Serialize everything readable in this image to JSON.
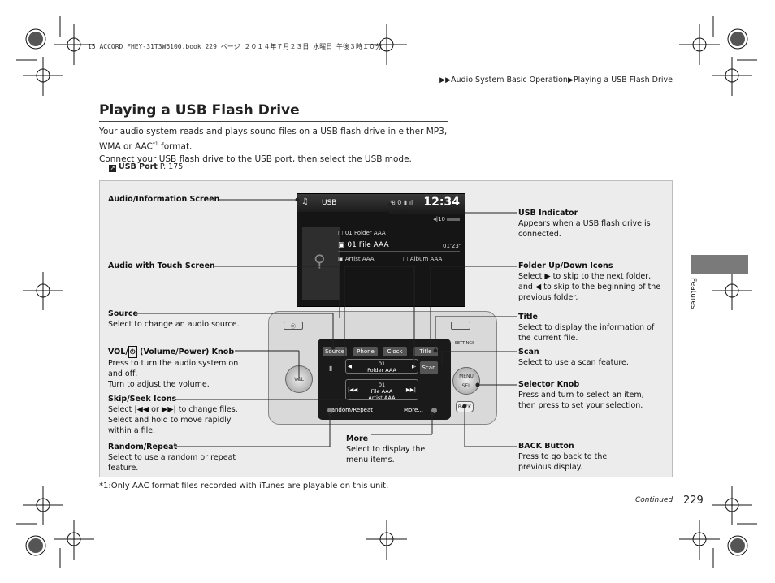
{
  "print_header": "15 ACCORD FHEY-31T3W6100.book  229 ページ  ２０１４年７月２３日  水曜日  午後３時１０分",
  "breadcrumb": {
    "items": [
      "Audio System Basic Operation",
      "Playing a USB Flash Drive"
    ]
  },
  "title": "Playing a USB Flash Drive",
  "intro": {
    "line1": "Your audio system reads and plays sound files on a USB flash drive in either MP3,",
    "line2a": "WMA or AAC",
    "line2_sup": "*1",
    "line2b": " format.",
    "line3": "Connect your USB flash drive to the USB port, then select the USB mode."
  },
  "xref": {
    "bold": "USB Port",
    "page": "P. 175"
  },
  "callouts": {
    "audio_info_screen": {
      "title": "Audio/Information Screen"
    },
    "audio_touch_screen": {
      "title": "Audio with Touch Screen"
    },
    "source": {
      "title": "Source",
      "desc": "Select to change an audio source."
    },
    "vol_knob": {
      "title_a": "VOL/",
      "title_b": " (Volume/Power) Knob",
      "desc1": "Press to turn the audio system on and off.",
      "desc2": "Turn to adjust the volume."
    },
    "skip_seek": {
      "title": "Skip/Seek Icons",
      "desc_a": "Select ",
      "desc_b": " or ",
      "desc_c": " to change files.",
      "desc2": "Select and hold to move rapidly within a file."
    },
    "random_repeat": {
      "title": "Random/Repeat",
      "desc": "Select to use a random or repeat feature."
    },
    "more": {
      "title": "More",
      "desc": "Select to display the menu items."
    },
    "usb_indicator": {
      "title": "USB Indicator",
      "desc": "Appears when a USB flash drive is connected."
    },
    "folder_updown": {
      "title": "Folder Up/Down Icons",
      "desc_a": "Select ",
      "desc_b": " to skip to the next folder, and ",
      "desc_c": " to skip to the beginning of the previous folder."
    },
    "title_item": {
      "title": "Title",
      "desc": "Select to display the information of the current file."
    },
    "scan": {
      "title": "Scan",
      "desc": "Select to use a scan feature."
    },
    "selector_knob": {
      "title": "Selector Knob",
      "desc": "Press and turn to select an item, then press to set your selection."
    },
    "back_button": {
      "title": "BACK Button",
      "desc": "Press to go back to the previous display."
    }
  },
  "screen": {
    "mode": "USB",
    "time": "12:34",
    "volume": "10",
    "folder_num": "01",
    "folder": "Folder AAA",
    "file_num": "01",
    "file": "File AAA",
    "elapsed": "01'23\"",
    "artist": "Artist AAA",
    "album": "Album AAA"
  },
  "unit": {
    "source": "Source",
    "phone": "Phone",
    "clock": "Clock",
    "title": "Title",
    "scan": "Scan",
    "folder_num": "01",
    "folder": "Folder AAA",
    "file_num": "01",
    "file": "File AAA",
    "artist": "Artist AAA",
    "random": "Random/Repeat",
    "more": "More...",
    "vol": "VOL",
    "menu": "MENU",
    "sel": "SEL",
    "back": "BACK",
    "settings": "SETTINGS"
  },
  "footnote": "*1:Only AAC format files recorded with iTunes are playable on this unit.",
  "continued": "Continued",
  "page_number": "229",
  "side_tab": "Features"
}
